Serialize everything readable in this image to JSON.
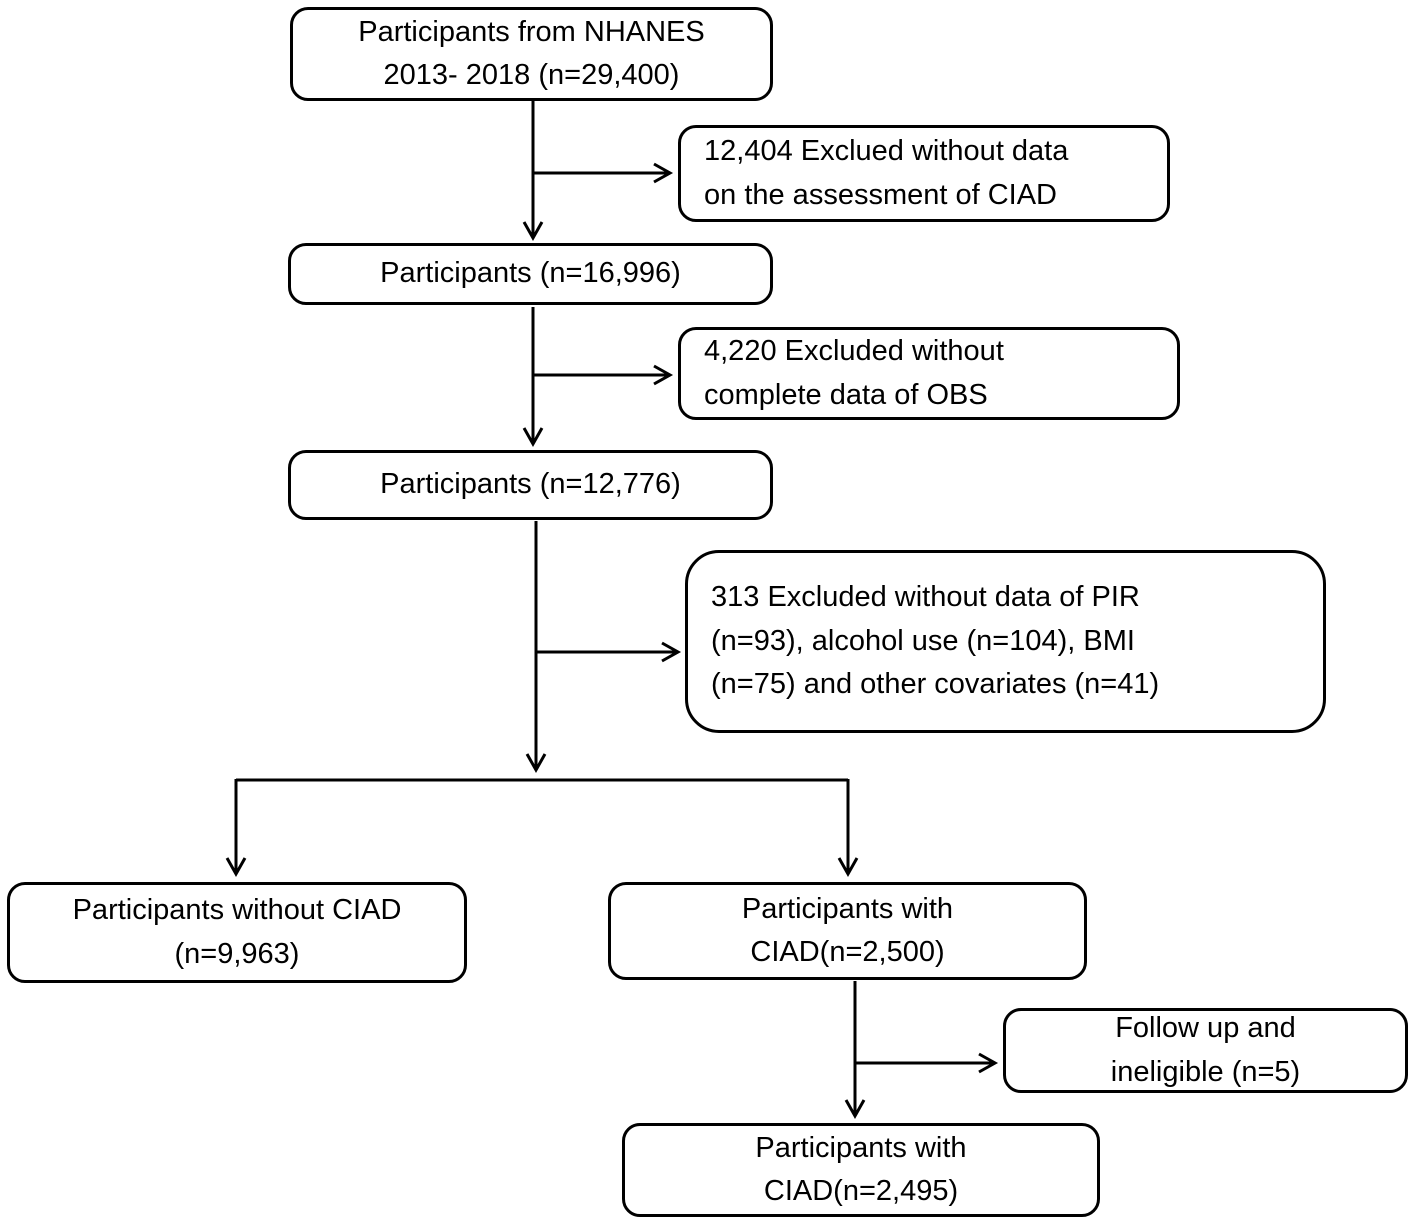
{
  "figure": {
    "background_color": "#ffffff",
    "line_color": "#000000",
    "nodes": {
      "nhanes": {
        "lines": [
          "Participants from NHANES",
          "2013- 2018 (n=29,400)"
        ]
      },
      "excl_ciad": {
        "lines": [
          "12,404 Exclued without data",
          "on the assessment of CIAD"
        ]
      },
      "p16996": {
        "lines": [
          "Participants (n=16,996)"
        ]
      },
      "excl_obs": {
        "lines": [
          "4,220 Excluded without",
          "complete data of OBS"
        ]
      },
      "p12776": {
        "lines": [
          "Participants (n=12,776)"
        ]
      },
      "excl_cov": {
        "lines": [
          "313 Excluded without data of PIR",
          "(n=93), alcohol use (n=104), BMI",
          "(n=75) and other covariates (n=41)"
        ]
      },
      "without_ciad": {
        "lines": [
          "Participants without CIAD",
          "(n=9,963)"
        ]
      },
      "with_ciad": {
        "lines": [
          "Participants with",
          "CIAD(n=2,500)"
        ]
      },
      "followup": {
        "lines": [
          "Follow up and",
          "ineligible (n=5)"
        ]
      },
      "final": {
        "lines": [
          "Participants with",
          "CIAD(n=2,495)"
        ]
      }
    }
  }
}
